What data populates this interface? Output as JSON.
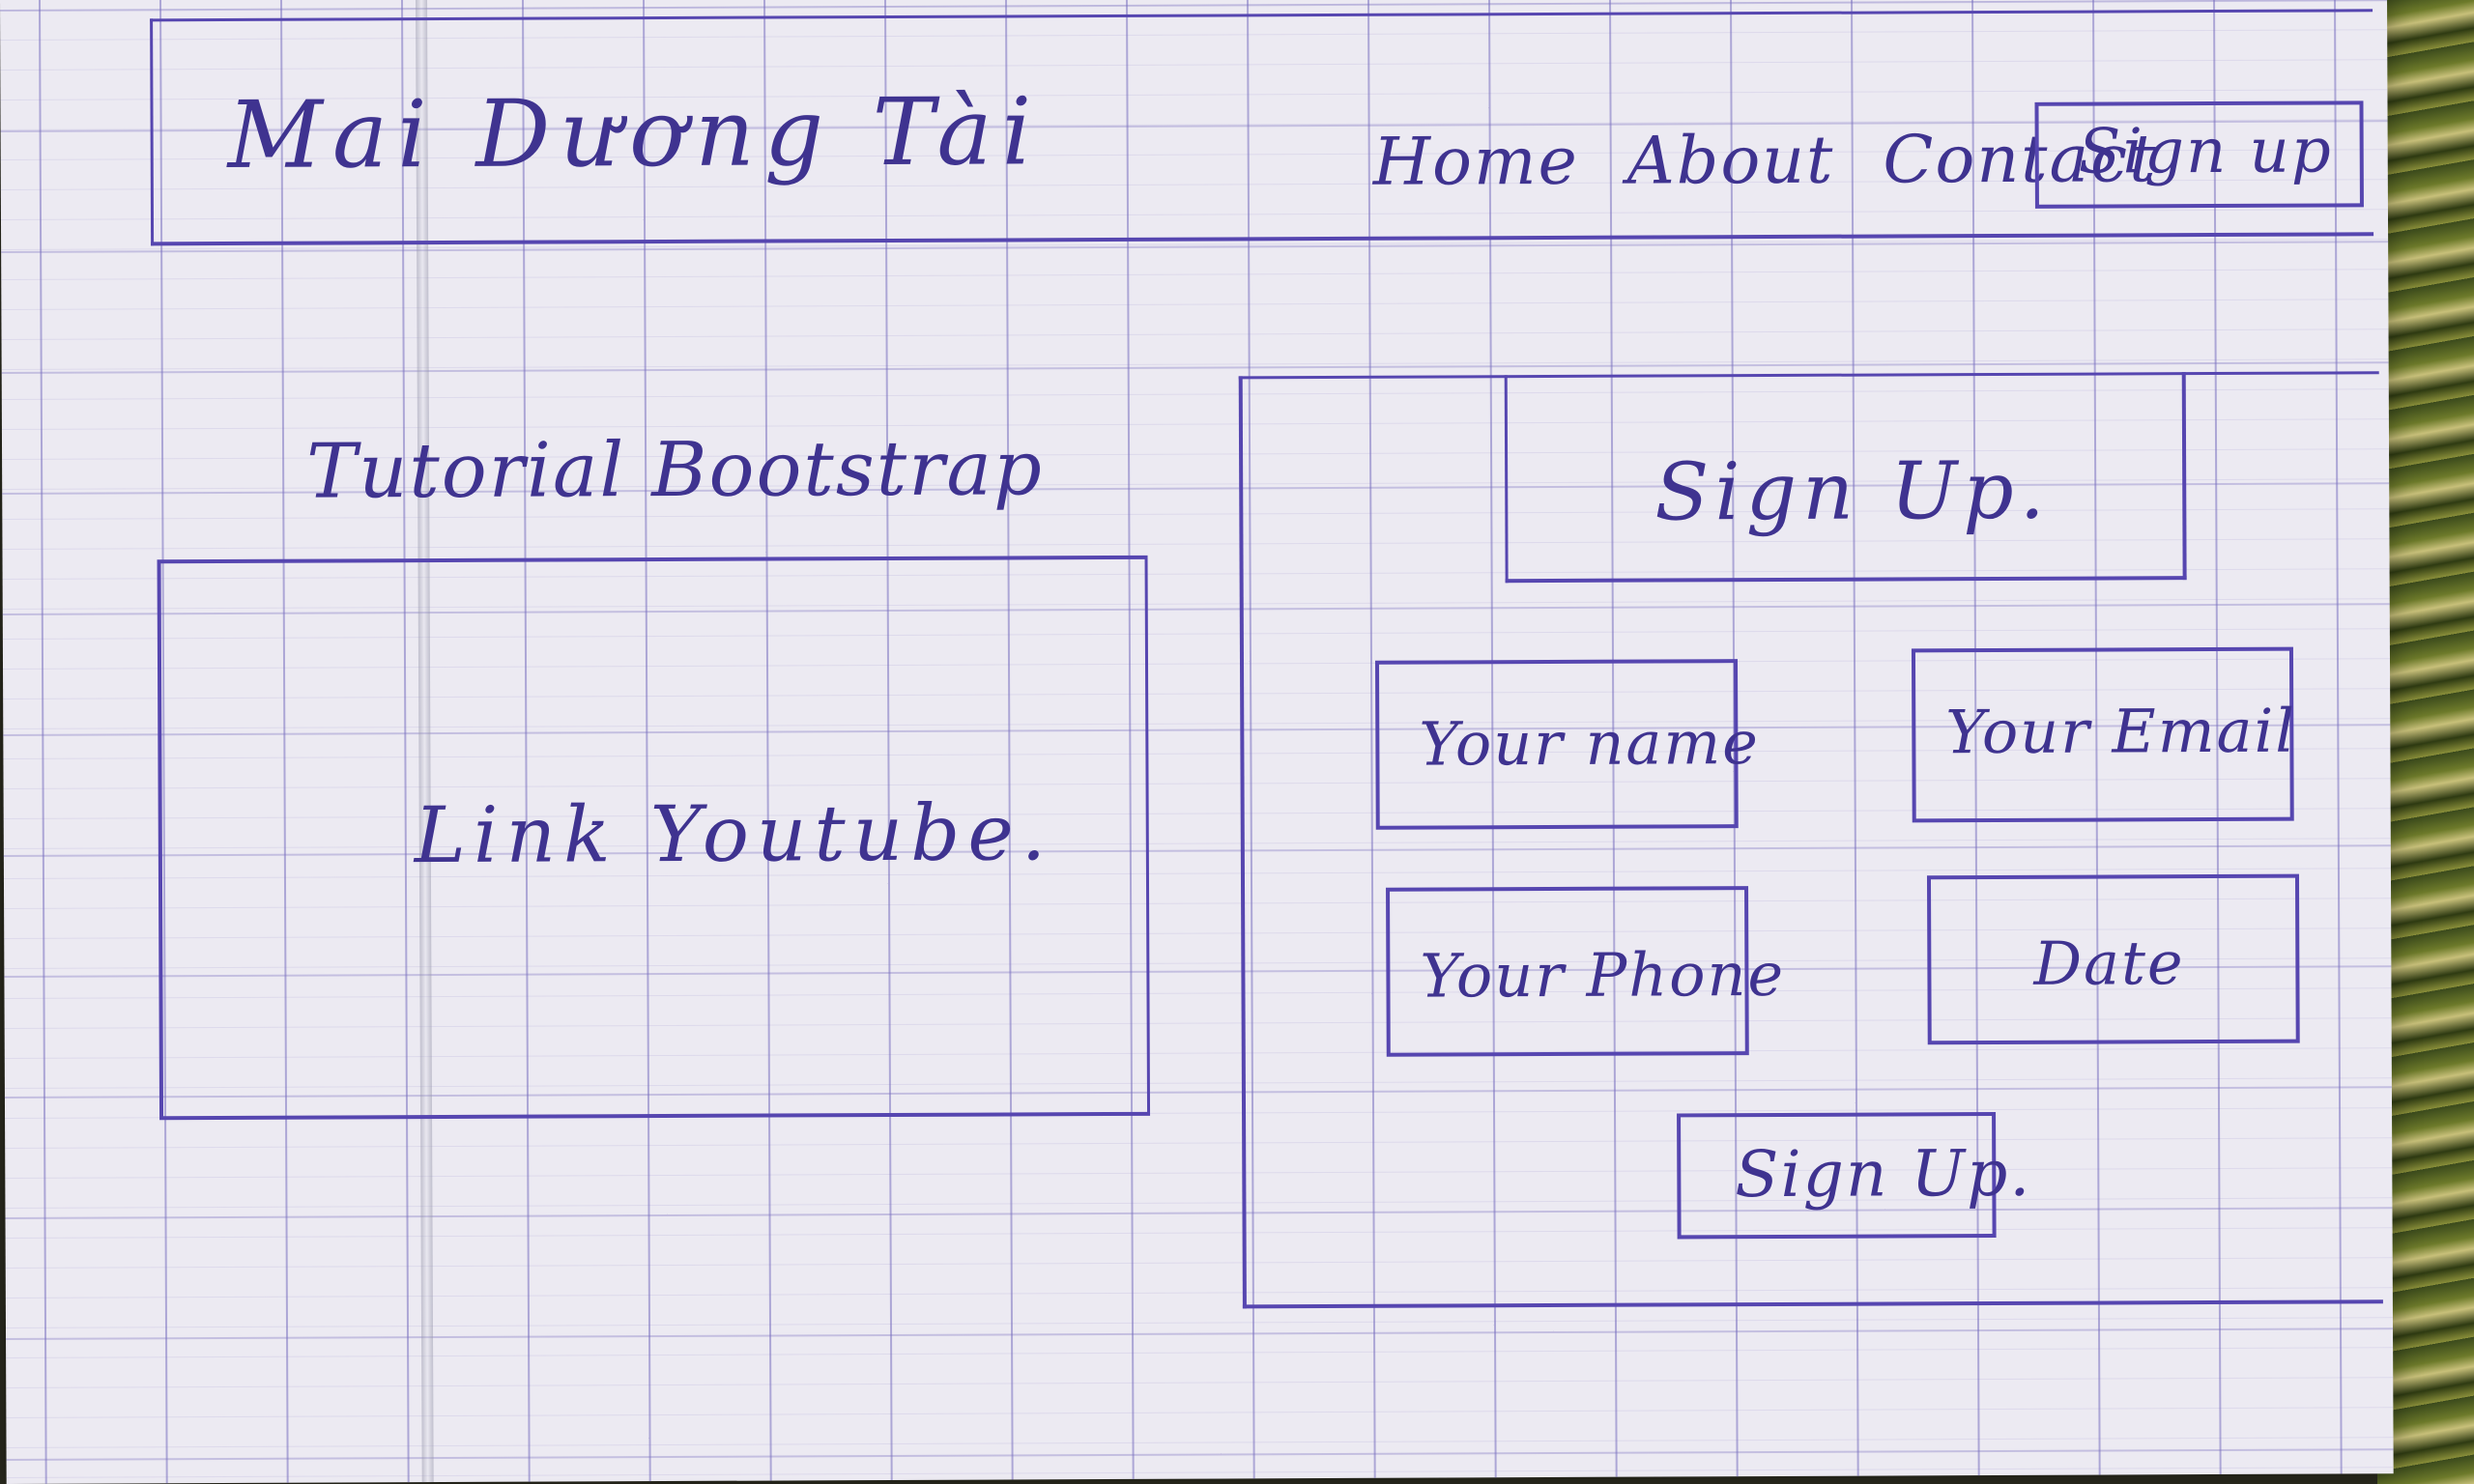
{
  "header": {
    "brand": "Mai Dương Tài",
    "nav": [
      "Home",
      "About",
      "Contact"
    ],
    "signup_button": "Sign up"
  },
  "hero": {
    "title": "Tutorial Bootstrap",
    "video_placeholder": "Link Youtube."
  },
  "signup_form": {
    "title": "Sign Up.",
    "fields": {
      "name": "Your name",
      "email": "Your Email",
      "phone": "Your Phone",
      "date": "Date"
    },
    "submit": "Sign Up."
  },
  "colors": {
    "ink": "#4a3c9a",
    "paper": "#eceaf2"
  }
}
